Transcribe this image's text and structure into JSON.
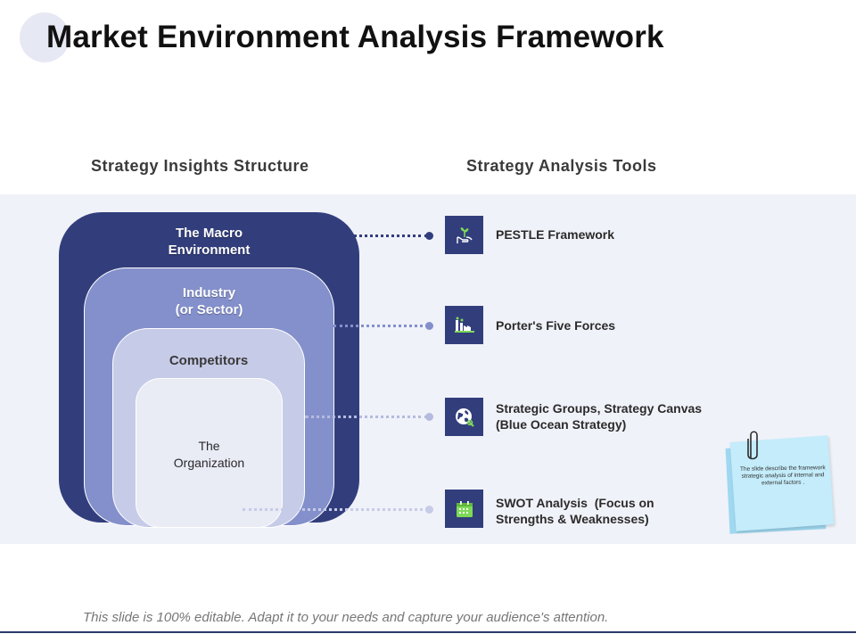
{
  "title": "Market Environment Analysis Framework",
  "columns": {
    "left_heading": "Strategy Insights Structure",
    "right_heading": "Strategy Analysis Tools"
  },
  "layers": {
    "macro": [
      "The Macro",
      "Environment"
    ],
    "industry": [
      "Industry",
      "(or Sector)"
    ],
    "competitors": [
      "Competitors"
    ],
    "organization": [
      "The",
      "Organization"
    ]
  },
  "tools": [
    {
      "icon": "plant-in-hand-icon",
      "lines": [
        "PESTLE Framework"
      ]
    },
    {
      "icon": "factory-icon",
      "lines": [
        "Porter's Five Forces"
      ]
    },
    {
      "icon": "globe-icon",
      "lines": [
        "Strategic Groups, Strategy Canvas",
        "(Blue Ocean Strategy)"
      ]
    },
    {
      "icon": "calendar-icon",
      "lines": [
        "SWOT Analysis  (Focus on",
        "Strengths & Weaknesses)"
      ]
    }
  ],
  "note": {
    "text": "The slide describe the framework strategic analysis of internal and external factors ."
  },
  "footer": "This slide is 100% editable. Adapt it to your needs and capture your audience's attention.",
  "colors": {
    "macro": "#323e7c",
    "industry": "#8490cb",
    "competitors": "#c6cbe8",
    "organization": "#e9ebf5",
    "band": "#f0f2f9",
    "note": "#c4ecfa"
  }
}
